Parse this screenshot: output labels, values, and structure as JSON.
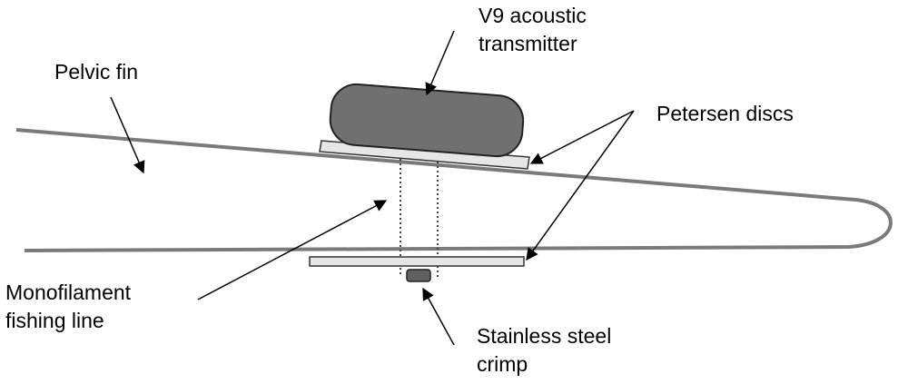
{
  "labels": {
    "transmitter": [
      "V9 acoustic",
      "transmitter"
    ],
    "pelvic_fin": "Pelvic fin",
    "petersen_discs": "Petersen discs",
    "monofilament": [
      "Monofilament",
      "fishing line"
    ],
    "crimp": [
      "Stainless steel",
      "crimp"
    ]
  },
  "colors": {
    "fin_outline": "#7a7a7a",
    "transmitter_fill": "#707070",
    "disc_fill": "#e6e6e6",
    "crimp_fill": "#606060",
    "text": "#000000"
  }
}
